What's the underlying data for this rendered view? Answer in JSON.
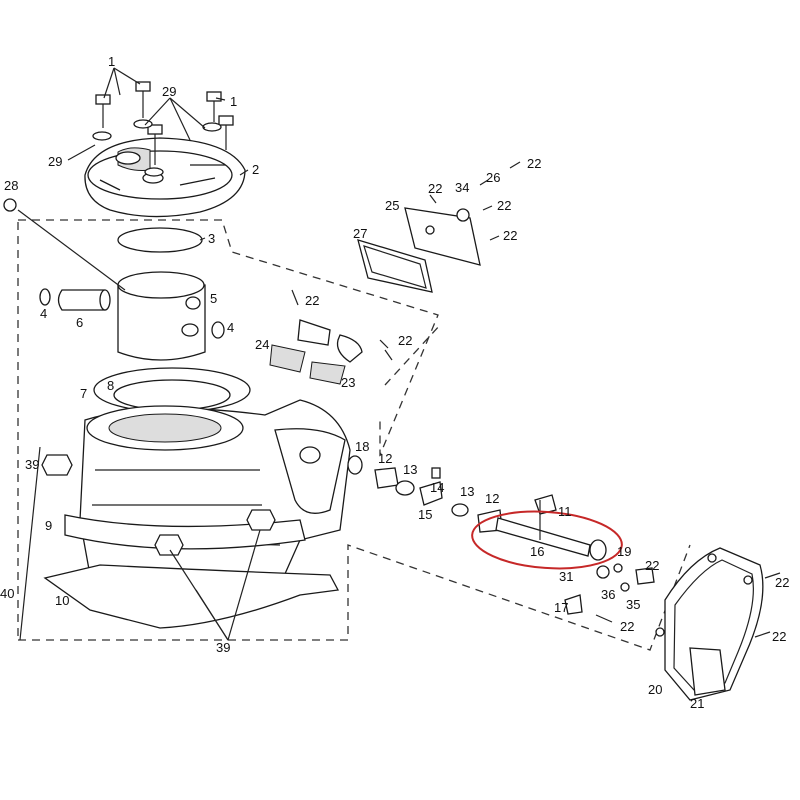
{
  "callouts": [
    {
      "id": "c1a",
      "text": "1"
    },
    {
      "id": "c1b",
      "text": "1"
    },
    {
      "id": "c2",
      "text": "2"
    },
    {
      "id": "c3",
      "text": "3"
    },
    {
      "id": "c4a",
      "text": "4"
    },
    {
      "id": "c4b",
      "text": "4"
    },
    {
      "id": "c5",
      "text": "5"
    },
    {
      "id": "c6",
      "text": "6"
    },
    {
      "id": "c7",
      "text": "7"
    },
    {
      "id": "c8",
      "text": "8"
    },
    {
      "id": "c9",
      "text": "9"
    },
    {
      "id": "c10",
      "text": "10"
    },
    {
      "id": "c11",
      "text": "11"
    },
    {
      "id": "c12a",
      "text": "12"
    },
    {
      "id": "c12b",
      "text": "12"
    },
    {
      "id": "c13a",
      "text": "13"
    },
    {
      "id": "c13b",
      "text": "13"
    },
    {
      "id": "c14",
      "text": "14"
    },
    {
      "id": "c15",
      "text": "15"
    },
    {
      "id": "c16",
      "text": "16"
    },
    {
      "id": "c17",
      "text": "17"
    },
    {
      "id": "c18",
      "text": "18"
    },
    {
      "id": "c19",
      "text": "19"
    },
    {
      "id": "c20",
      "text": "20"
    },
    {
      "id": "c21",
      "text": "21"
    },
    {
      "id": "c22a",
      "text": "22"
    },
    {
      "id": "c22b",
      "text": "22"
    },
    {
      "id": "c22c",
      "text": "22"
    },
    {
      "id": "c22d",
      "text": "22"
    },
    {
      "id": "c22e",
      "text": "22"
    },
    {
      "id": "c22f",
      "text": "22"
    },
    {
      "id": "c22g",
      "text": "22"
    },
    {
      "id": "c22h",
      "text": "22"
    },
    {
      "id": "c22i",
      "text": "22"
    },
    {
      "id": "c22j",
      "text": "22"
    },
    {
      "id": "c23",
      "text": "23"
    },
    {
      "id": "c24",
      "text": "24"
    },
    {
      "id": "c25",
      "text": "25"
    },
    {
      "id": "c26",
      "text": "26"
    },
    {
      "id": "c27",
      "text": "27"
    },
    {
      "id": "c28",
      "text": "28"
    },
    {
      "id": "c29a",
      "text": "29"
    },
    {
      "id": "c29b",
      "text": "29"
    },
    {
      "id": "c31",
      "text": "31"
    },
    {
      "id": "c34",
      "text": "34"
    },
    {
      "id": "c35",
      "text": "35"
    },
    {
      "id": "c36",
      "text": "36"
    },
    {
      "id": "c39a",
      "text": "39"
    },
    {
      "id": "c39b",
      "text": "39"
    },
    {
      "id": "c40",
      "text": "40"
    }
  ],
  "colors": {
    "line": "#222222",
    "highlight": "#c62828",
    "background": "#ffffff"
  }
}
